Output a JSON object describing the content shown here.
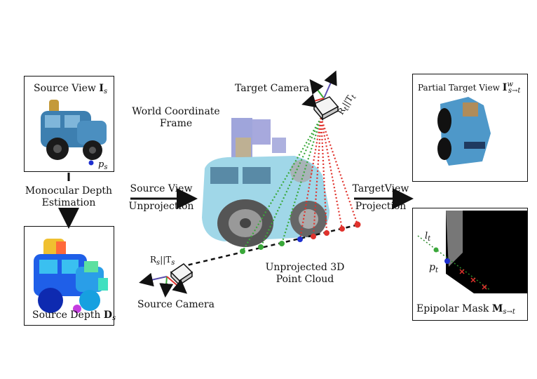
{
  "labels": {
    "source_view": "Source View",
    "source_view_sym": "I",
    "source_view_sub": "s",
    "point_ps": "p",
    "point_ps_sub": "s",
    "monocular_line1": "Monocular Depth",
    "monocular_line2": "Estimation",
    "source_depth": "Source Depth",
    "source_depth_sym": "D",
    "source_depth_sub": "s",
    "world_line1": "World Coordinate",
    "world_line2": "Frame",
    "target_camera": "Target Camera",
    "target_pose": "R",
    "target_pose_sub": "t",
    "target_pose_mid": "||T",
    "target_pose_sub2": "t",
    "source_unproj_line1": "Source View",
    "source_unproj_line2": "Unprojection",
    "target_proj_line1": "TargetView",
    "target_proj_line2": "Projection",
    "source_pose": "R",
    "source_pose_sub": "s",
    "source_pose_mid": "||T",
    "source_pose_sub2": "s",
    "source_camera": "Source Camera",
    "pointcloud_line1": "Unprojected 3D",
    "pointcloud_line2": "Point Cloud",
    "partial_target": "Partial Target View",
    "partial_target_sym": "I",
    "partial_target_sup": "w",
    "partial_target_sub": "s→t",
    "epipolar_mask": "Epipolar Mask",
    "epipolar_mask_sym": "M",
    "epipolar_mask_sub": "s→t",
    "line_lt": "l",
    "line_lt_sub": "t",
    "point_pt": "p",
    "point_pt_sub": "t"
  },
  "colors": {
    "vehicle_blue": "#3d7fb0",
    "cloud_blue": "#7ec6dc",
    "ray_green": "#3aa83a",
    "ray_red": "#e0322c",
    "axis_purple": "#5a4fb0",
    "depth_magenta": "#c43de0"
  }
}
